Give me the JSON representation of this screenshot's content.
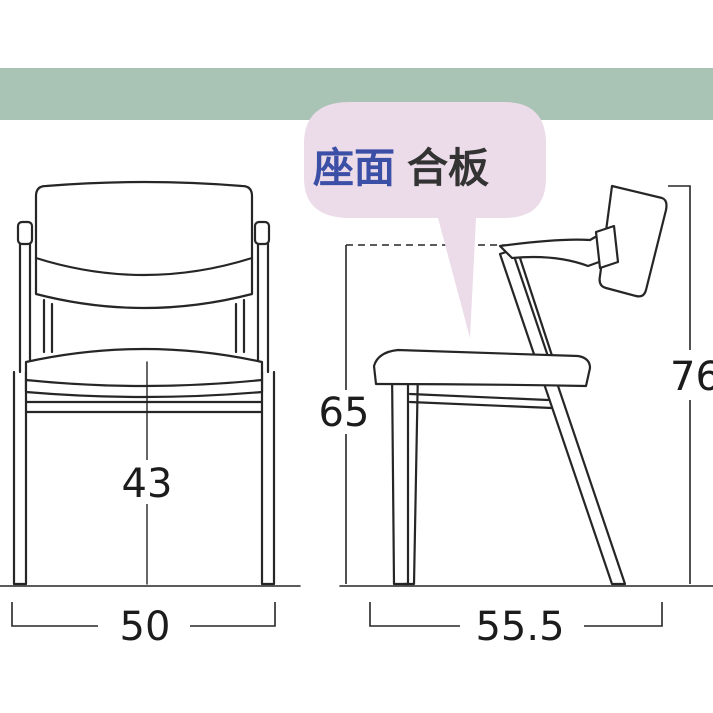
{
  "banner": {
    "color": "#a9c3b5"
  },
  "callout": {
    "keyword": "座面",
    "material": "合板",
    "keyword_color": "#3b4fa6",
    "material_color": "#333333",
    "bubble_color": "#ecdbe8"
  },
  "dimensions": {
    "seat_height": "43",
    "width": "50",
    "arm_height": "65",
    "total_height": "76",
    "depth": "55.5"
  },
  "colors": {
    "line": "#262626",
    "background": "#ffffff"
  }
}
